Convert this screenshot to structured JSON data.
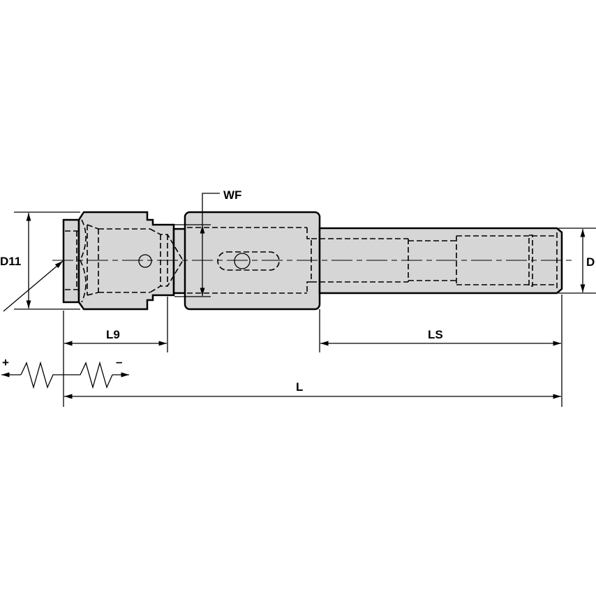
{
  "drawing": {
    "labels": {
      "d11": "D11",
      "d": "D",
      "wf": "WF",
      "l9": "L9",
      "ls": "LS",
      "l": "L",
      "plus": "+",
      "minus": "–"
    },
    "colors": {
      "body": "#d6d6d6",
      "line": "#000000"
    }
  }
}
